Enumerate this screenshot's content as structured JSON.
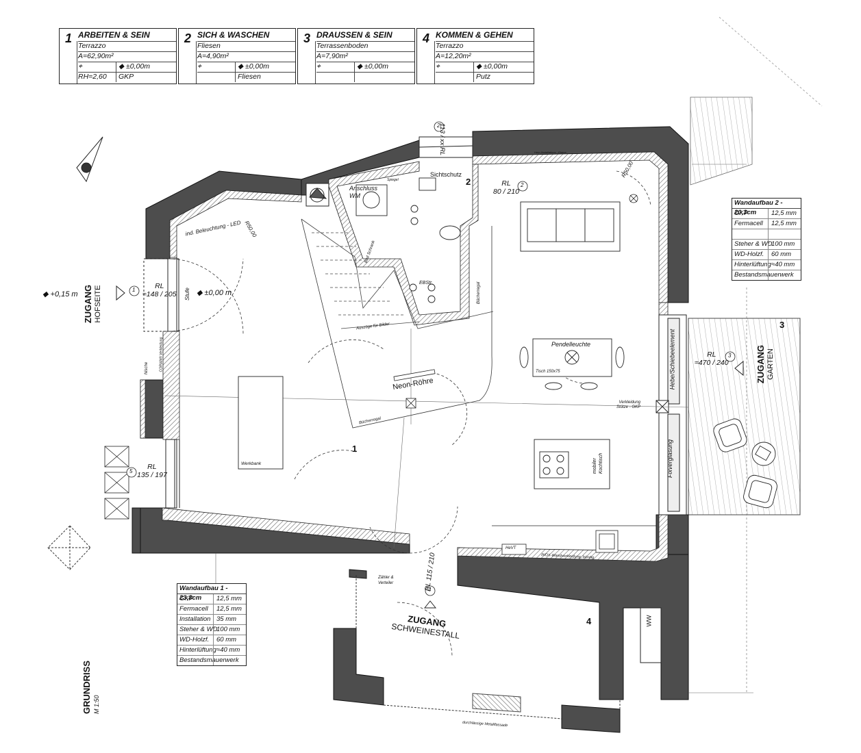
{
  "rooms": [
    {
      "num": "1",
      "name": "ARBEITEN & SEIN",
      "floor": "Terrazzo",
      "area": "A=62,90m²",
      "level": "±0,00m",
      "height": "RH=2,60",
      "ceiling": "GKP"
    },
    {
      "num": "2",
      "name": "SICH & WASCHEN",
      "floor": "Fliesen",
      "area": "A=4,90m²",
      "level": "±0,00m",
      "height": "",
      "ceiling": "Fliesen"
    },
    {
      "num": "3",
      "name": "DRAUSSEN & SEIN",
      "floor": "Terrassenboden",
      "area": "A=7,90m²",
      "level": "±0,00m",
      "height": "",
      "ceiling": ""
    },
    {
      "num": "4",
      "name": "KOMMEN & GEHEN",
      "floor": "Terrazzo",
      "area": "A=12,20m²",
      "level": "±0,00m",
      "height": "",
      "ceiling": "Putz"
    }
  ],
  "wall_types": {
    "w2": {
      "title": "Wandaufbau 2 - 20,3cm",
      "rows": [
        [
          "GKP",
          "12,5 mm"
        ],
        [
          "Fermacell",
          "12,5 mm"
        ],
        [
          "",
          ""
        ],
        [
          "Steher & WD",
          "100 mm"
        ],
        [
          "WD-Holzf.",
          "60 mm"
        ],
        [
          "Hinterlüftung",
          "≈40 mm"
        ],
        [
          "Bestandsmauerwerk",
          ""
        ]
      ]
    },
    "w1": {
      "title": "Wandaufbau 1 - 23,8cm",
      "rows": [
        [
          "GKP",
          "12,5 mm"
        ],
        [
          "Fermacell",
          "12,5 mm"
        ],
        [
          "Installation",
          "35 mm"
        ],
        [
          "Steher & WD",
          "100 mm"
        ],
        [
          "WD-Holzf.",
          "60 mm"
        ],
        [
          "Hinterlüftung",
          "≈40 mm"
        ],
        [
          "Bestandsmauerwerk",
          ""
        ]
      ]
    }
  },
  "access": {
    "hof": {
      "title": "ZUGANG",
      "sub": "HOFSEITE"
    },
    "garten": {
      "title": "ZUGANG",
      "sub": "GARTEN"
    },
    "stall": {
      "title": "ZUGANG",
      "sub": "SCHWEINESTALL"
    }
  },
  "openings": {
    "o1": {
      "rl": "RL",
      "dim": "≈148 / 205",
      "mark": "1"
    },
    "o2a": {
      "rl": "RL",
      "dim": "113 / xx",
      "mark": "2"
    },
    "o2b": {
      "rl": "RL",
      "dim": "80 / 210",
      "mark": "2"
    },
    "o3": {
      "rl": "RL",
      "dim": "≈470 / 240",
      "mark": "3"
    },
    "o4": {
      "rl": "RL",
      "dim": "115 / 210",
      "mark": "4"
    },
    "o5": {
      "rl": "RL",
      "dim": "135 / 197",
      "mark": "5"
    }
  },
  "levels": {
    "outside": "+0,15 m",
    "inside": "±0,00 m"
  },
  "room_marks": {
    "r1": "1",
    "r2": "2",
    "r3": "3",
    "r4": "4"
  },
  "labels": {
    "neon": "Neon-Röhre",
    "pendel": "Pendelleuchte",
    "tisch": "Tisch 150x75",
    "werkbank": "Werkbank",
    "kochtisch_1": "mobiler",
    "kochtisch_2": "Kochtisch",
    "sichtschutz": "Sichtschutz",
    "anschluss_1": "Anschluss",
    "anschluss_2": "WM",
    "spiegel": "Spiegel",
    "ebstr": "EBStr.",
    "bad_schrank": "Bad Schrank",
    "buecherregal_1": "Bücherregal",
    "buecherregal_2": "Bücherregal",
    "auszuege": "Auszüge für Bilder",
    "beleuchtung": "ind. Beleuchtung - LED",
    "r500_1": "R50,00",
    "r500_2": "R50,00",
    "stufe": "Stufe",
    "nische": "Nische",
    "corian": "CORIAN® Verkleidung",
    "verkleidung_1": "Verkleidung",
    "verkleidung_2": "Stütze - GKP",
    "hebe": "Hebe/Schiebeelement",
    "fixverglasung": "Fixverglasung",
    "zaehler_1": "Zähler &",
    "zaehler_2": "Verteiler",
    "hevt": "HeVT",
    "inox": "INOX-Wandverkleidung, bündig",
    "ww": "WW",
    "metall": "durchlässige Metallfassade",
    "grundriss": "GRUNDRISS",
    "massstab": "M 1:50",
    "inst_ebene": "Heiz-/Installations - Ebene"
  },
  "colors": {
    "wall": "#4a4a4a",
    "hatch": "#888888",
    "line": "#222222"
  }
}
